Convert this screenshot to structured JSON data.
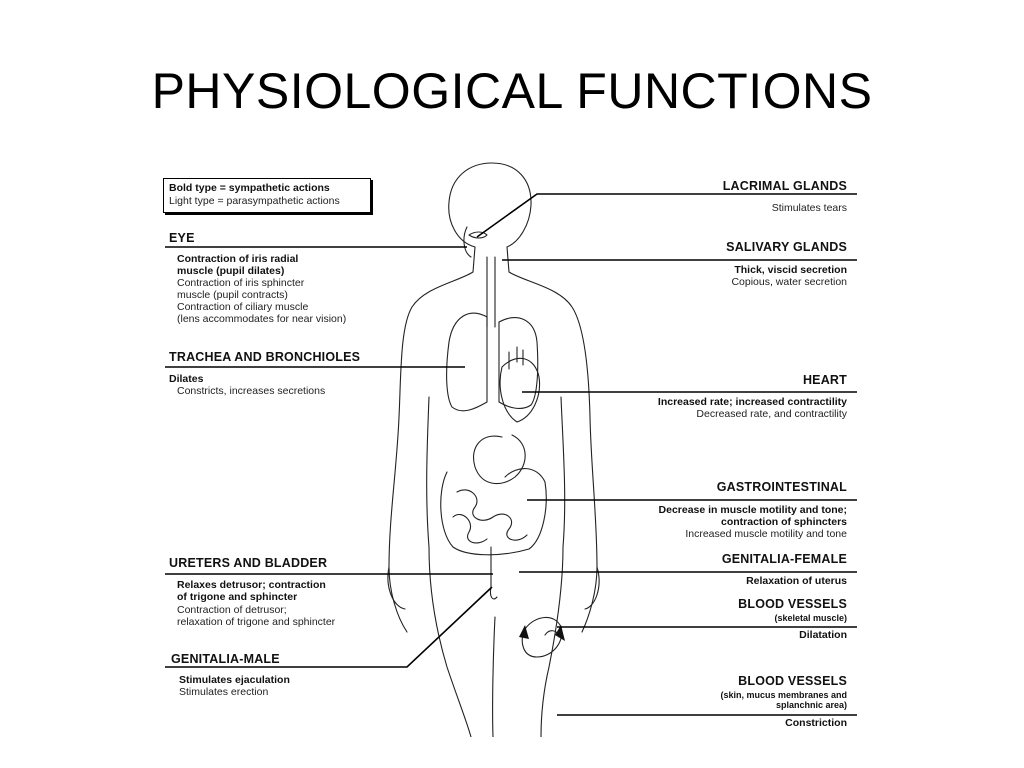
{
  "title": "PHYSIOLOGICAL FUNCTIONS",
  "legend": {
    "bold": "Bold type = sympathetic actions",
    "light": "Light type = parasympathetic actions"
  },
  "left": {
    "eye": {
      "heading": "EYE",
      "sym": [
        "Contraction of iris radial",
        "muscle (pupil dilates)"
      ],
      "para": [
        "Contraction of iris sphincter",
        "muscle (pupil contracts)",
        "Contraction of ciliary muscle",
        "(lens accommodates for near vision)"
      ]
    },
    "trachea": {
      "heading": "TRACHEA AND BRONCHIOLES",
      "sym": [
        "Dilates"
      ],
      "para": [
        "Constricts, increases secretions"
      ]
    },
    "ureters": {
      "heading": "URETERS AND BLADDER",
      "sym": [
        "Relaxes detrusor; contraction",
        "of trigone and sphincter"
      ],
      "para": [
        "Contraction of detrusor;",
        "relaxation of trigone and sphincter"
      ]
    },
    "genitalia_male": {
      "heading": "GENITALIA-MALE",
      "sym": [
        "Stimulates ejaculation"
      ],
      "para": [
        "Stimulates erection"
      ]
    }
  },
  "right": {
    "lacrimal": {
      "heading": "LACRIMAL GLANDS",
      "para": [
        "Stimulates tears"
      ]
    },
    "salivary": {
      "heading": "SALIVARY GLANDS",
      "sym": [
        "Thick, viscid secretion"
      ],
      "para": [
        "Copious, water secretion"
      ]
    },
    "heart": {
      "heading": "HEART",
      "sym": [
        "Increased rate; increased contractility"
      ],
      "para": [
        "Decreased rate, and contractility"
      ]
    },
    "gastro": {
      "heading": "GASTROINTESTINAL",
      "sym": [
        "Decrease in muscle motility and tone;",
        "contraction of sphincters"
      ],
      "para": [
        "Increased muscle motility and tone"
      ]
    },
    "genitalia_female": {
      "heading": "GENITALIA-FEMALE",
      "sym": [
        "Relaxation of uterus"
      ]
    },
    "blood_skeletal": {
      "heading": "BLOOD VESSELS",
      "sub": "(skeletal muscle)",
      "sym": [
        "Dilatation"
      ]
    },
    "blood_skin": {
      "heading": "BLOOD VESSELS",
      "sub": [
        "(skin, mucus membranes and",
        "splanchnic area)"
      ],
      "sym": [
        "Constriction"
      ]
    }
  }
}
